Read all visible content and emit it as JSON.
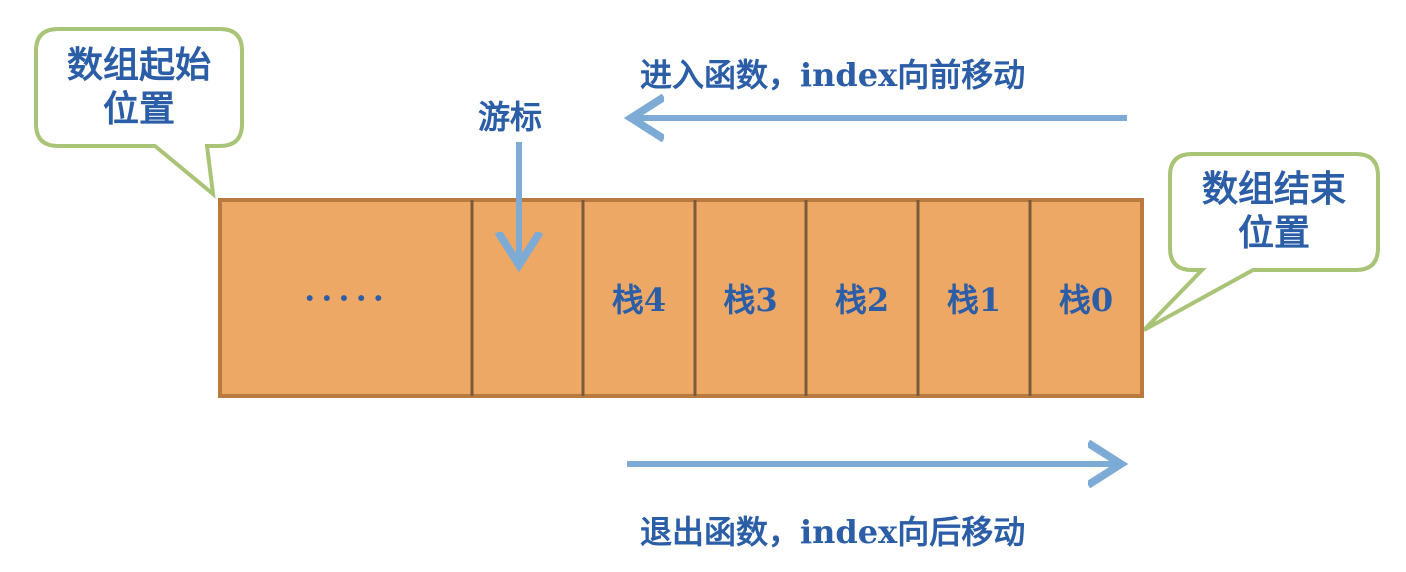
{
  "bubbles": {
    "start": "数组起始位置",
    "start_lines": [
      "数组起始",
      "位置"
    ],
    "end_lines": [
      "数组结束",
      "位置"
    ]
  },
  "cursor_label": "游标",
  "enter_label": "进入函数，index向前移动",
  "exit_label": "退出函数，index向后移动",
  "cells": [
    "·····",
    "",
    "栈4",
    "栈3",
    "栈2",
    "栈1",
    "栈0"
  ],
  "colors": {
    "cell_fill": "#eda865",
    "cell_border": "#b87a3e",
    "text": "#2b5ea7",
    "arrow": "#7eaad6",
    "bubble_border": "#a9c476"
  }
}
